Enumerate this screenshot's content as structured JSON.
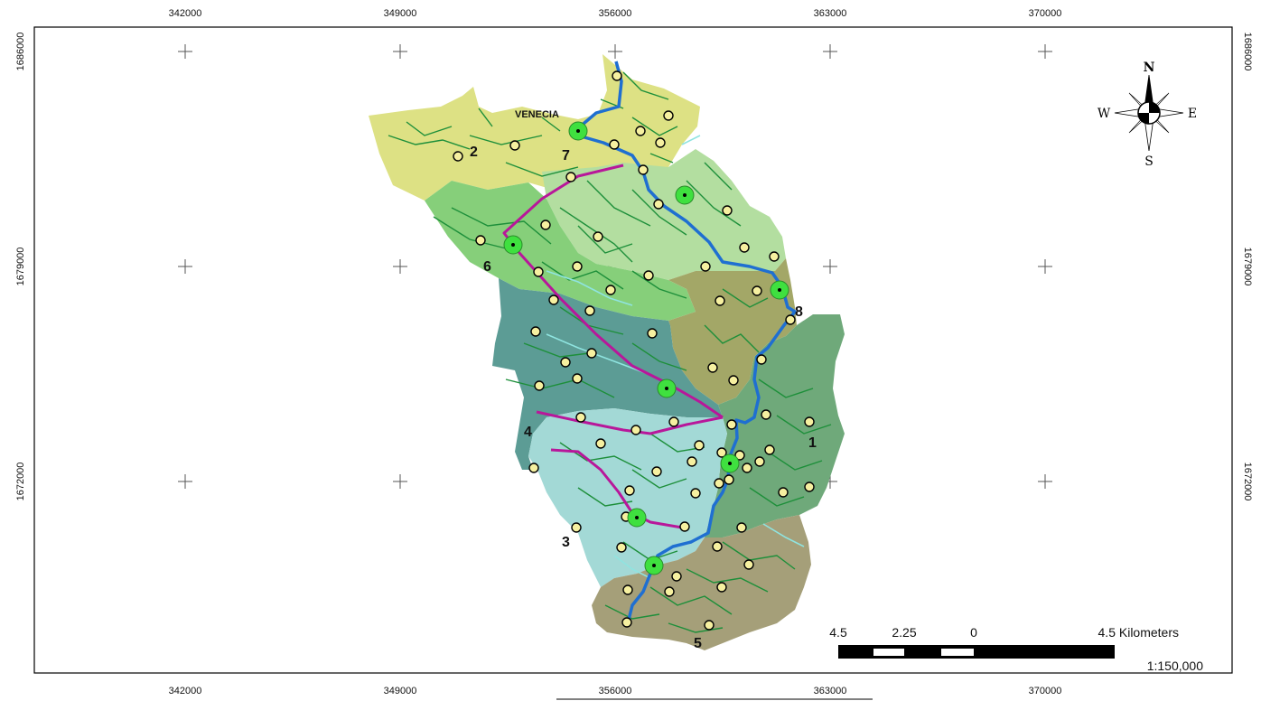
{
  "map": {
    "axis": {
      "x_ticks": [
        "342000",
        "349000",
        "356000",
        "363000",
        "370000"
      ],
      "y_ticks": [
        "1686000",
        "1679000",
        "1672000"
      ]
    },
    "place_label": "VENECIA",
    "zones": [
      "1",
      "2",
      "3",
      "4",
      "5",
      "6",
      "7",
      "8"
    ],
    "compass": {
      "n": "N",
      "s": "S",
      "e": "E",
      "w": "W"
    },
    "scale_bar": {
      "labels": [
        "4.5",
        "2.25",
        "0",
        "4.5 Kilometers"
      ],
      "ratio": "1:150,000"
    },
    "colors": {
      "zone1": "#6fa97a",
      "zone2": "#dde184",
      "zone3": "#a3d9d6",
      "zone4": "#5c9c95",
      "zone5": "#a59f79",
      "zone6": "#86cf7a",
      "zone7": "#b3dea0",
      "zone8": "#a3a767",
      "river_main": "#1f6fd1",
      "route": "#b8179a",
      "streams": "#1d8f3a",
      "sample_point": "#f6f0a0",
      "station": "#3fe03f"
    }
  }
}
